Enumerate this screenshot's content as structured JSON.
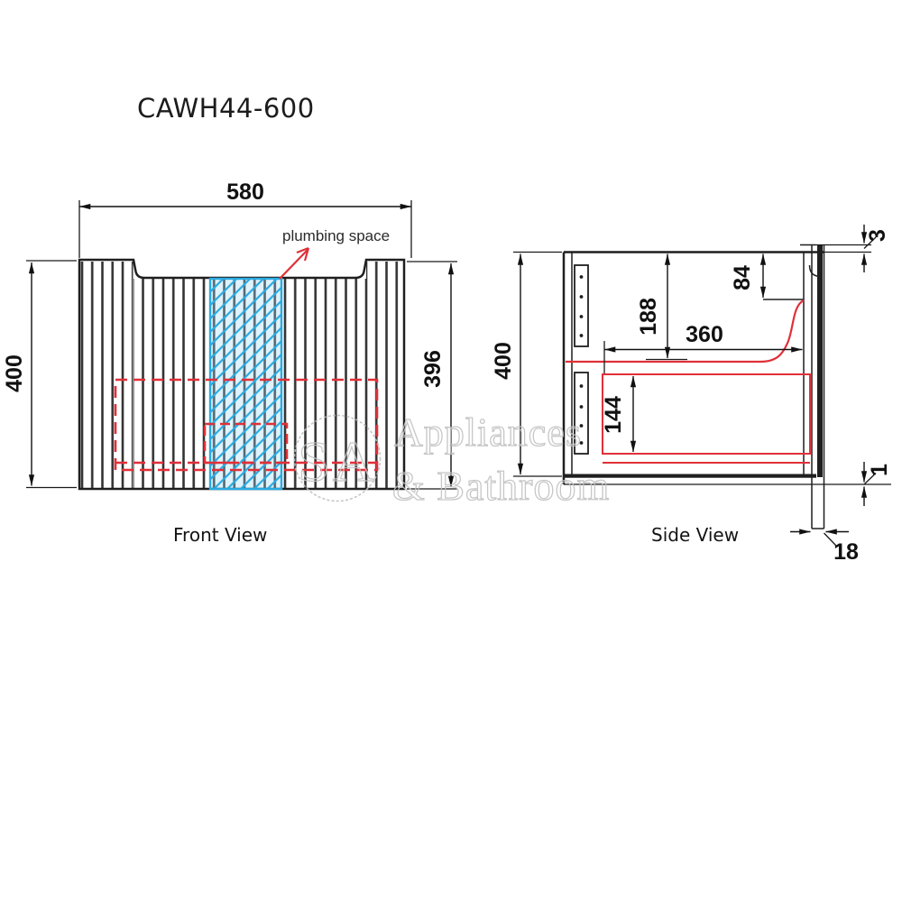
{
  "title": "CAWH44-600",
  "front_view": {
    "label": "Front View",
    "plumbing_note": "plumbing space",
    "dim_width": "580",
    "dim_height": "400",
    "dim_door_height": "396"
  },
  "side_view": {
    "label": "Side View",
    "dim_height": "400",
    "dim_top_clearance": "188",
    "dim_basin_recess": "84",
    "dim_depth": "360",
    "dim_drawer_inner": "144",
    "dim_top_gap": "3",
    "dim_bottom_gap": "1",
    "dim_door_thickness": "18"
  },
  "watermark": {
    "monogram": "SA",
    "line1": "Appliances",
    "line2": "& Bathroom"
  },
  "colors": {
    "line": "#1f1f1f",
    "red": "#e03038",
    "blue": "#29abe2",
    "watermark": "#c2c2c2"
  }
}
